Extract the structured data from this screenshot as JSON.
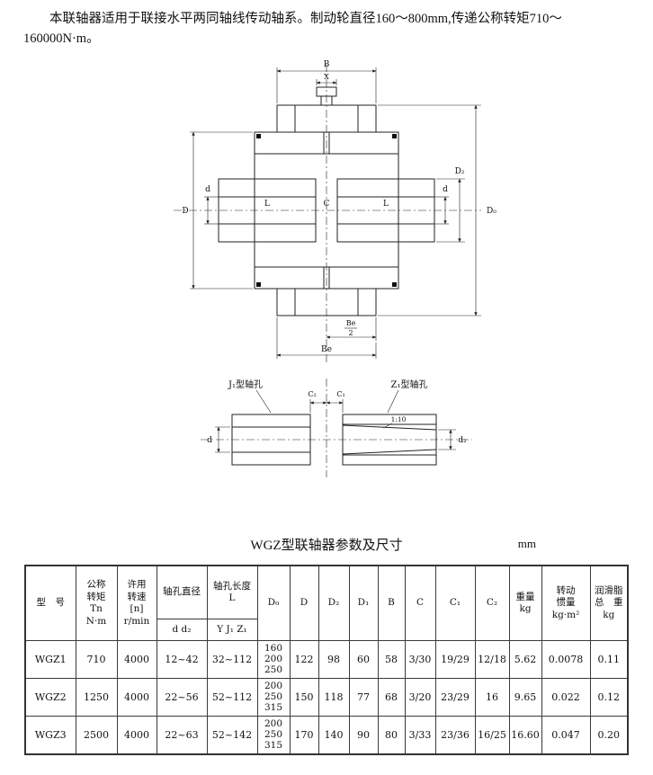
{
  "intro": {
    "text": "本联轴器适用于联接水平两同轴线传动轴系。制动轮直径160～800mm,传递公称转矩710～160000N·m。"
  },
  "drawing": {
    "dim_B": "B",
    "dim_X": "X",
    "dim_D": "D",
    "dim_d_left": "d",
    "dim_L_left": "L",
    "dim_C": "C",
    "dim_L_right": "L",
    "dim_d_right": "d",
    "dim_D2": "D₂",
    "dim_D0": "D₀",
    "dim_Be_num": "Be",
    "dim_Be_den": "2",
    "dim_Be": "Be",
    "label_j1": "J₁型轴孔",
    "label_z1": "Z₁型轴孔",
    "dim_C2": "C₂",
    "dim_C1": "C₁",
    "taper": "1:10",
    "dim_d_detail": "d",
    "dim_d2_detail": "d₂"
  },
  "table": {
    "title": "WGZ型联轴器参数及尺寸",
    "unit": "mm",
    "headers": {
      "model": "型　号",
      "torque": "公称\n转矩\nTn\nN·m",
      "speed": "许用\n转速\n[n]\nr/min",
      "bore_title": "轴孔直径",
      "bore_sub": "d d₂",
      "len_title": "轴孔长度\nL",
      "len_sub": "Y J₁ Z₁",
      "d0": "D₀",
      "D": "D",
      "D2": "D₂",
      "D1": "D₁",
      "B": "B",
      "C": "C",
      "C1": "C₁",
      "C2": "C₂",
      "weight": "重量\nkg",
      "inertia": "转动\n惯量\nkg·m²",
      "grease": "润滑脂\n总　重\nkg"
    },
    "rows": [
      {
        "model": "WGZ1",
        "torque": "710",
        "speed": "4000",
        "bore": "12~42",
        "length": "32~112",
        "d0": "160\n200\n250",
        "D": "122",
        "D2": "98",
        "D1": "60",
        "B": "58",
        "C": "3/30",
        "C1": "19/29",
        "C2": "12/18",
        "weight": "5.62",
        "inertia": "0.0078",
        "grease": "0.11"
      },
      {
        "model": "WGZ2",
        "torque": "1250",
        "speed": "4000",
        "bore": "22~56",
        "length": "52~112",
        "d0": "200\n250\n315",
        "D": "150",
        "D2": "118",
        "D1": "77",
        "B": "68",
        "C": "3/20",
        "C1": "23/29",
        "C2": "16",
        "weight": "9.65",
        "inertia": "0.022",
        "grease": "0.12"
      },
      {
        "model": "WGZ3",
        "torque": "2500",
        "speed": "4000",
        "bore": "22~63",
        "length": "52~142",
        "d0": "200\n250\n315",
        "D": "170",
        "D2": "140",
        "D1": "90",
        "B": "80",
        "C": "3/33",
        "C1": "23/36",
        "C2": "16/25",
        "weight": "16.60",
        "inertia": "0.047",
        "grease": "0.20"
      }
    ]
  }
}
